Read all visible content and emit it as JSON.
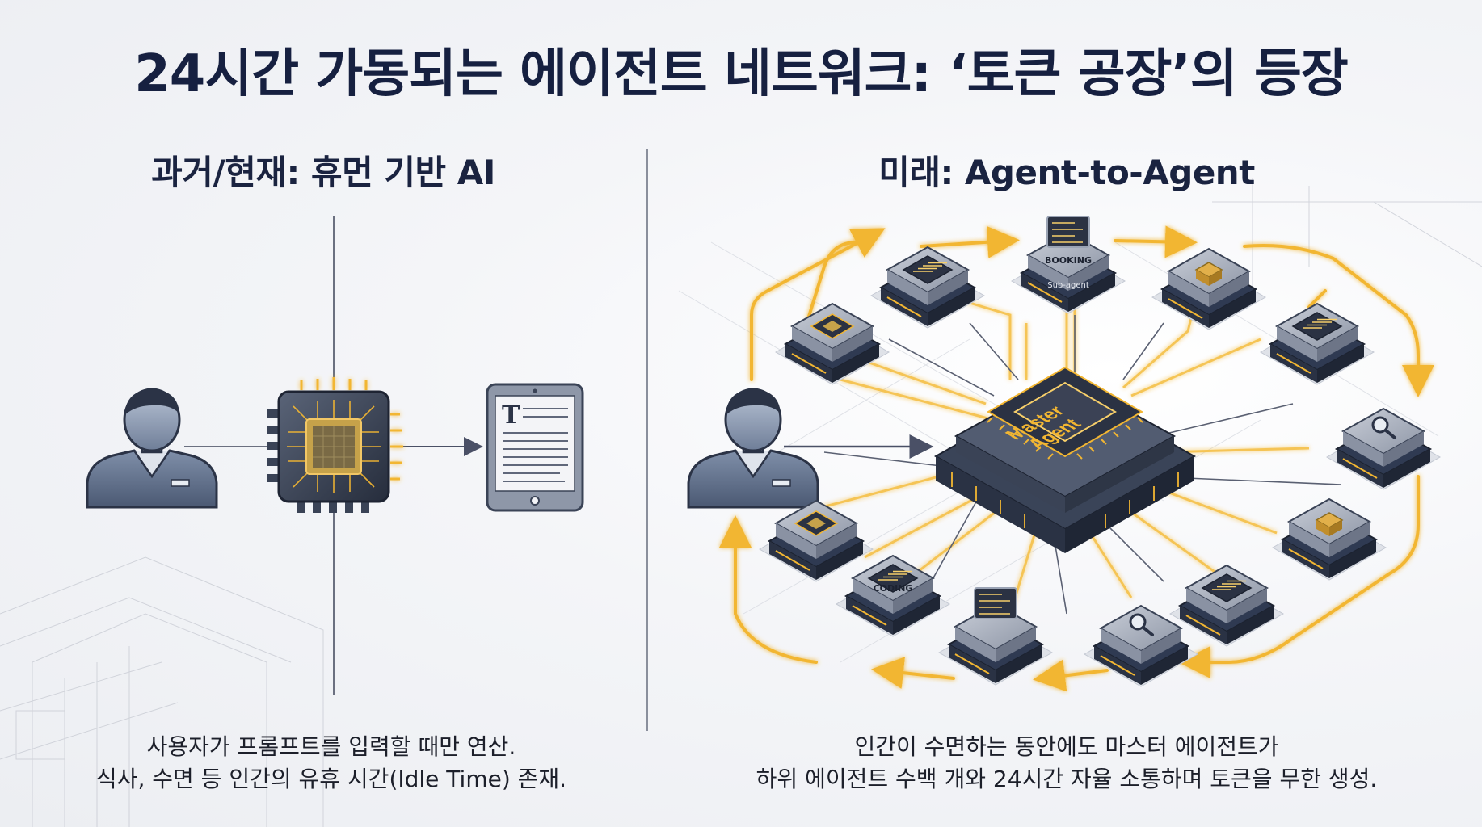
{
  "title": "24시간 가동되는 에이전트 네트워크: ‘토큰 공장’의 등장",
  "left_panel": {
    "title": "과거/현재: 휴먼 기반 AI",
    "caption_line1": "사용자가 프롬프트를 입력할 때만 연산.",
    "caption_line2": "식사, 수면 등 인간의 유휴 시간(Idle Time) 존재.",
    "document_glyph": "T"
  },
  "right_panel": {
    "title": "미래: Agent-to-Agent",
    "caption_line1": "인간이 수면하는 동안에도 마스터 에이전트가",
    "caption_line2": "하위 에이전트 수백 개와 24시간 자율 소통하며 토큰을 무한 생성.",
    "master_label_line1": "Master",
    "master_label_line2": "Agent",
    "node_labels": {
      "booking": "BOOKING",
      "booking_sub": "Sub-agent",
      "coding": "CODING"
    }
  },
  "colors": {
    "title": "#162040",
    "navy": "#2f3a52",
    "steel": "#7d8aa3",
    "gold": "#f2b632",
    "gold_soft": "#f7cf6a",
    "line": "#4a5066",
    "background": "#f1f2f5"
  },
  "icons": {
    "human": "person-avatar-icon",
    "chip": "cpu-chip-icon",
    "document": "tablet-document-icon",
    "search": "magnifier-icon",
    "code": "code-screen-icon",
    "package": "cube-package-icon"
  }
}
